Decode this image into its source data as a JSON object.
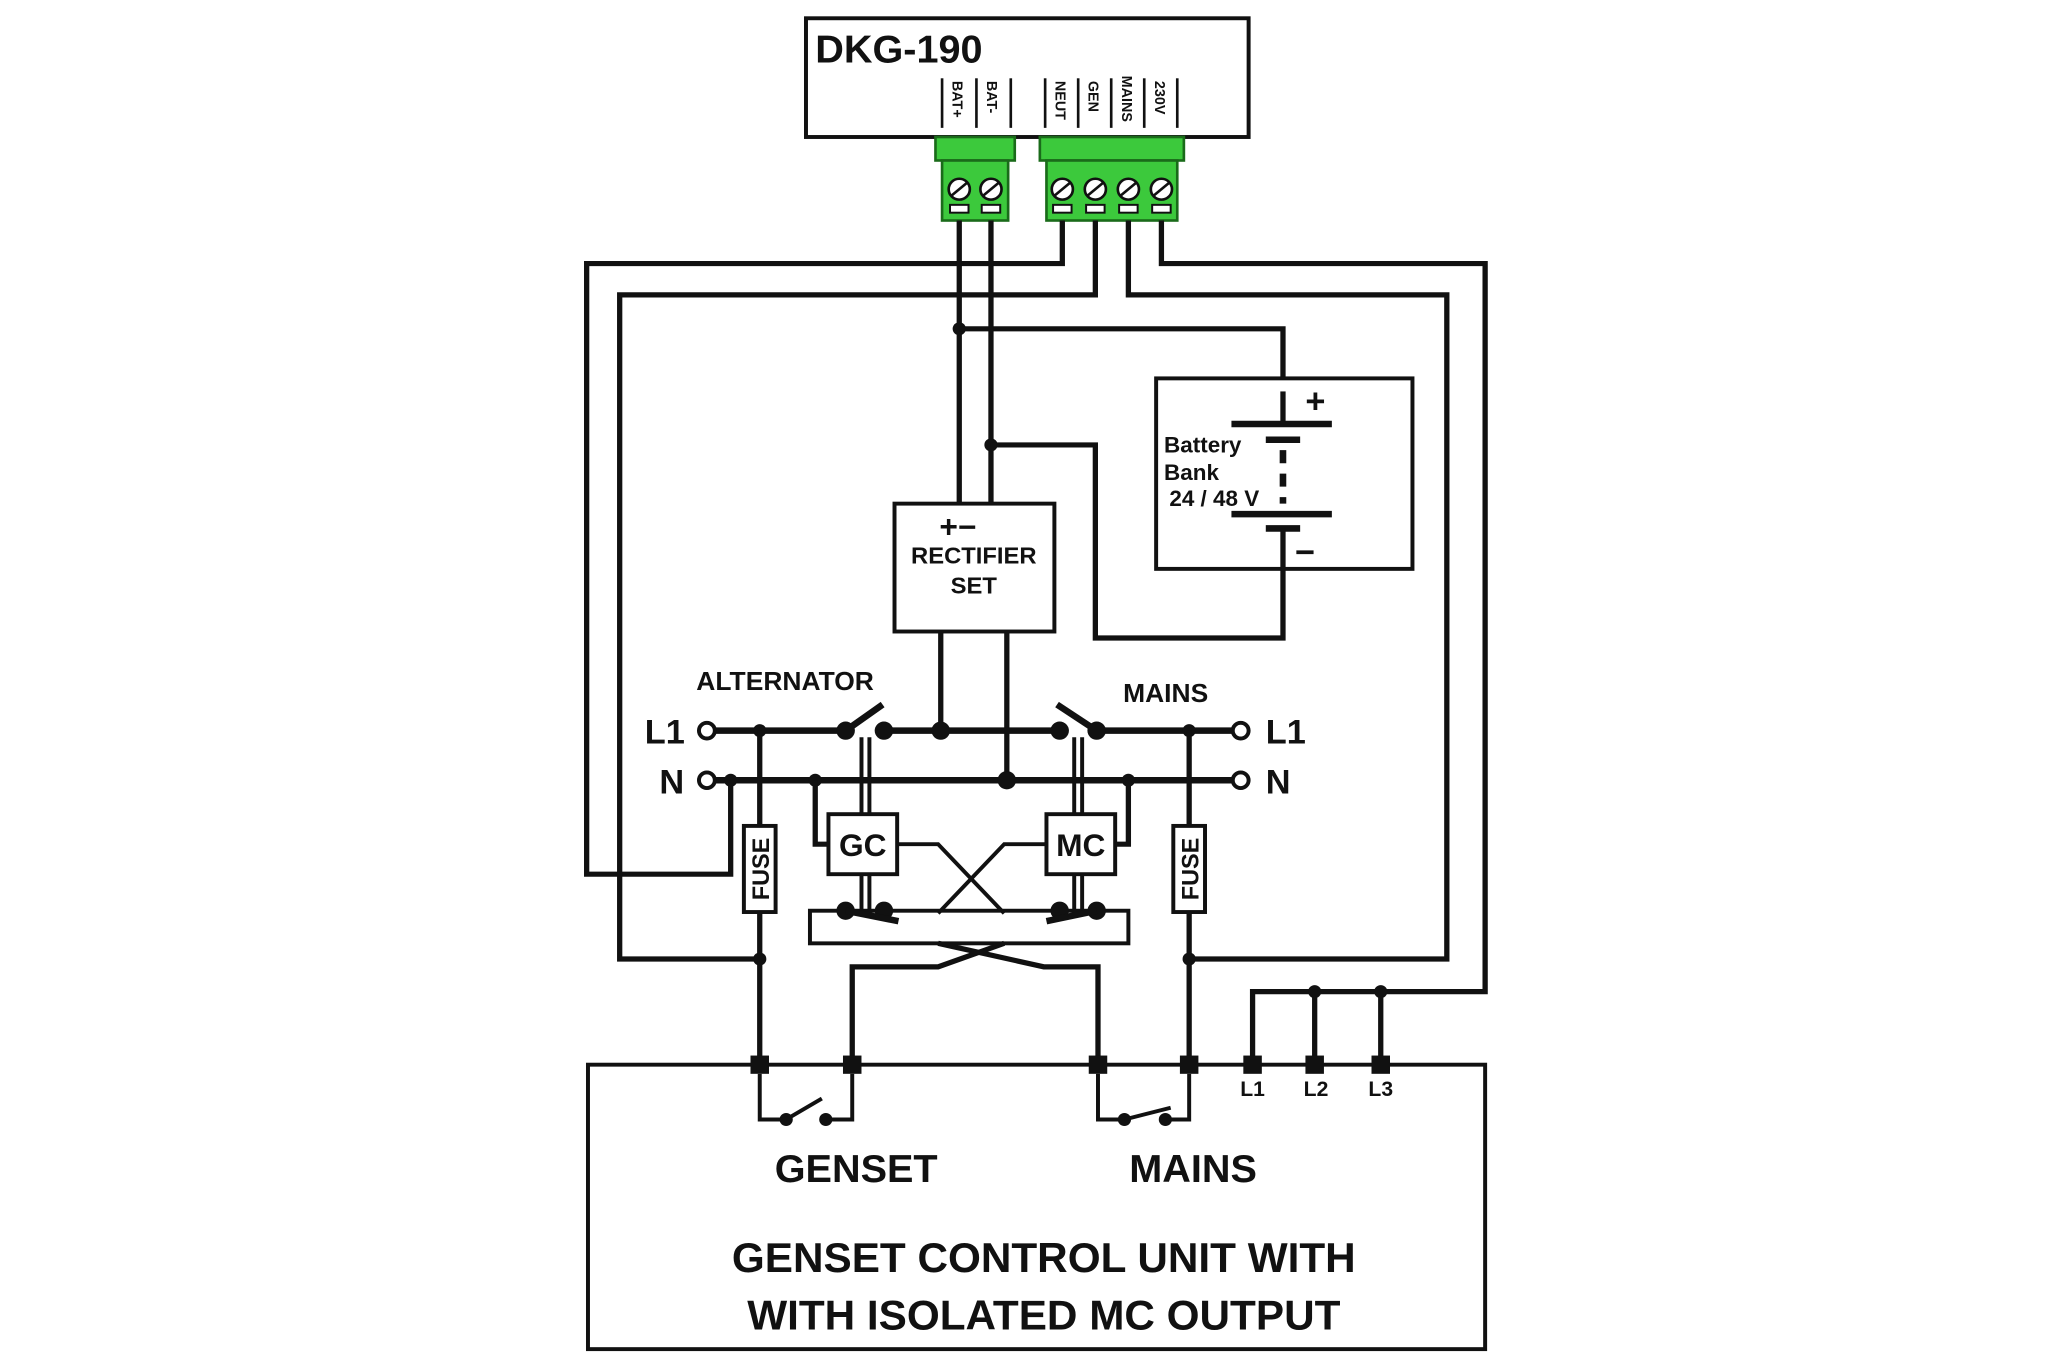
{
  "controller": {
    "title": "DKG-190",
    "terminals_left": [
      "BAT+",
      "BAT-"
    ],
    "terminals_right": [
      "NEUT",
      "GEN",
      "MAINS",
      "230V"
    ]
  },
  "battery": {
    "label_line1": "Battery",
    "label_line2": "Bank",
    "label_line3": "24 / 48 V",
    "plus": "+",
    "minus": "−"
  },
  "rectifier": {
    "polarity": "+−",
    "line1": "RECTIFIER",
    "line2": "SET"
  },
  "bus": {
    "alternator_label": "ALTERNATOR",
    "mains_label": "MAINS",
    "left_l1": "L1",
    "left_n": "N",
    "right_l1": "L1",
    "right_n": "N"
  },
  "contactors": {
    "gc": "GC",
    "mc": "MC"
  },
  "fuses": {
    "left": "FUSE",
    "right": "FUSE"
  },
  "control_unit": {
    "genset_label": "GENSET",
    "mains_label": "MAINS",
    "phase_terminals": [
      "L1",
      "L2",
      "L3"
    ],
    "title_line1": "GENSET CONTROL UNIT WITH",
    "title_line2": "WITH ISOLATED MC OUTPUT"
  }
}
